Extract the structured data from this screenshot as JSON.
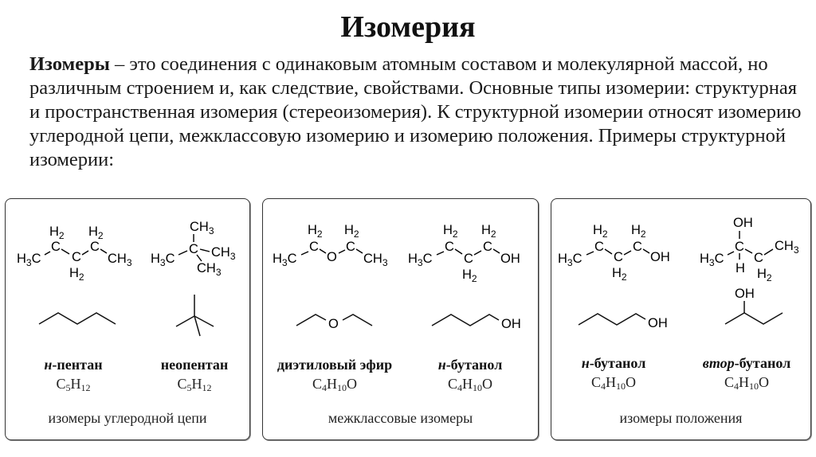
{
  "slide": {
    "title": "Изомерия",
    "definition_term": "Изомеры",
    "definition_text": " – это соединения с одинаковым атомным составом и молекулярной массой, но различным строением и, как следствие, свойствами. Основные типы изомерии: структурная и пространственная изомерия (стереоизомерия). К структурной изомерии относят изомерию углеродной цепи, межклассовую изомерию и изомерию положения. Примеры структурной изомерии:"
  },
  "panels": [
    {
      "caption": "изомеры углеродной цепи",
      "compounds": [
        {
          "prefix": "н",
          "name": "-пентан",
          "formula": {
            "C": "5",
            "H": "12",
            "O": ""
          }
        },
        {
          "prefix": "",
          "name": "неопентан",
          "formula": {
            "C": "5",
            "H": "12",
            "O": ""
          }
        }
      ]
    },
    {
      "caption": "межклассовые изомеры",
      "compounds": [
        {
          "prefix": "",
          "name": "диэтиловый эфир",
          "formula": {
            "C": "4",
            "H": "10",
            "O": "O"
          }
        },
        {
          "prefix": "н",
          "name": "-бутанол",
          "formula": {
            "C": "4",
            "H": "10",
            "O": "O"
          }
        }
      ]
    },
    {
      "caption": "изомеры положения",
      "compounds": [
        {
          "prefix": "н",
          "name": "-бутанол",
          "formula": {
            "C": "4",
            "H": "10",
            "O": "O"
          }
        },
        {
          "prefix": "втор",
          "name": "-бутанол",
          "formula": {
            "C": "4",
            "H": "10",
            "O": "O"
          }
        }
      ]
    }
  ],
  "atoms": {
    "C": "C",
    "H": "H",
    "O": "O",
    "OH": "OH",
    "CH": "CH",
    "H2": "H",
    "n2": "2",
    "n3": "3"
  }
}
